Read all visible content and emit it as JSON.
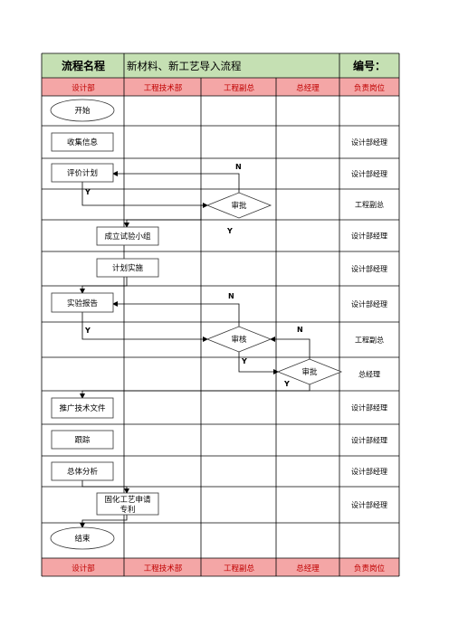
{
  "header": {
    "name_label": "流程名程",
    "process_name": "新材料、新工艺导入流程",
    "number_label": "编号："
  },
  "columns": [
    "设计部",
    "工程技术部",
    "工程副总",
    "总经理",
    "负责岗位"
  ],
  "nodes": {
    "start": "开始",
    "collect": "收集信息",
    "evaluate": "评价计划",
    "approve1": "审批",
    "team": "成立试验小组",
    "plan": "计划实施",
    "report": "实验报告",
    "review": "审核",
    "approve2": "审批",
    "promote": "推广技术文件",
    "track": "跟踪",
    "analysis": "总体分析",
    "patent_line1": "固化工艺申请",
    "patent_line2": "专利",
    "end": "结束"
  },
  "flow_labels": {
    "n": "N",
    "y": "Y"
  },
  "responsible": [
    "",
    "设计部经理",
    "设计部经理",
    "工程副总",
    "设计部经理",
    "设计部经理",
    "设计部经理",
    "工程副总",
    "总经理",
    "设计部经理",
    "设计部经理",
    "设计部经理",
    "设计部经理",
    ""
  ],
  "colors": {
    "title_bg": "#c5e0b3",
    "column_header_bg": "#f4a6a6",
    "column_header_text": "#c00000",
    "grid": "#000000"
  }
}
